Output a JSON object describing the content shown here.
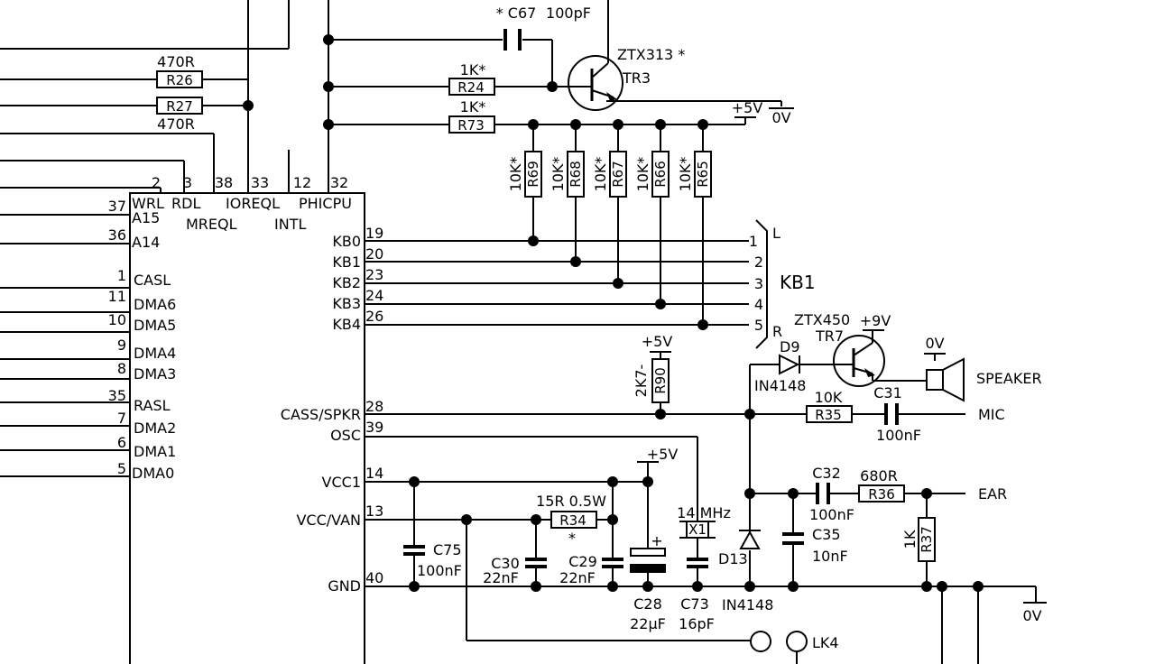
{
  "ic": {
    "top_pins": [
      {
        "num": "2",
        "name": "WRL"
      },
      {
        "num": "3",
        "name": "RDL"
      },
      {
        "num": "38",
        "name": "MREQL"
      },
      {
        "num": "33",
        "name": "IOREQL"
      },
      {
        "num": "12",
        "name": "INTL"
      },
      {
        "num": "32",
        "name": "PHICPU"
      }
    ],
    "left_pins": [
      {
        "num": "37",
        "name": "A15"
      },
      {
        "num": "36",
        "name": "A14"
      },
      {
        "num": "1",
        "name": "CASL"
      },
      {
        "num": "11",
        "name": "DMA6"
      },
      {
        "num": "10",
        "name": "DMA5"
      },
      {
        "num": "9",
        "name": "DMA4"
      },
      {
        "num": "8",
        "name": "DMA3"
      },
      {
        "num": "35",
        "name": "RASL"
      },
      {
        "num": "7",
        "name": "DMA2"
      },
      {
        "num": "6",
        "name": "DMA1"
      },
      {
        "num": "5",
        "name": "DMA0"
      }
    ],
    "right_pins": [
      {
        "num": "19",
        "name": "KB0"
      },
      {
        "num": "20",
        "name": "KB1"
      },
      {
        "num": "23",
        "name": "KB2"
      },
      {
        "num": "24",
        "name": "KB3"
      },
      {
        "num": "26",
        "name": "KB4"
      },
      {
        "num": "28",
        "name": "CASS/SPKR"
      },
      {
        "num": "39",
        "name": "OSC"
      },
      {
        "num": "14",
        "name": "VCC1"
      },
      {
        "num": "13",
        "name": "VCC/VAN"
      },
      {
        "num": "40",
        "name": "GND"
      }
    ]
  },
  "components": {
    "c67": {
      "ref": "* C67",
      "value": "100pF"
    },
    "tr3": {
      "type": "ZTX313 *",
      "ref": "TR3"
    },
    "r26": {
      "ref": "R26",
      "value": "470R"
    },
    "r27": {
      "ref": "R27",
      "value": "470R"
    },
    "r24": {
      "ref": "R24",
      "value": "1K*"
    },
    "r73": {
      "ref": "R73",
      "value": "1K*"
    },
    "pullups": [
      {
        "ref": "R69",
        "value": "10K*"
      },
      {
        "ref": "R68",
        "value": "10K*"
      },
      {
        "ref": "R67",
        "value": "10K*"
      },
      {
        "ref": "R66",
        "value": "10K*"
      },
      {
        "ref": "R65",
        "value": "10K*"
      }
    ],
    "kb1": {
      "ref": "KB1",
      "pins": [
        "1",
        "2",
        "3",
        "4",
        "5"
      ],
      "top_label": "L",
      "bottom_label": "R"
    },
    "r90": {
      "ref": "R90",
      "value": "2K7-"
    },
    "d9": {
      "ref": "D9",
      "type": "IN4148"
    },
    "tr7": {
      "type": "ZTX450",
      "ref": "TR7"
    },
    "speaker": {
      "label": "SPEAKER"
    },
    "r35": {
      "ref": "R35",
      "value": "10K"
    },
    "c31": {
      "ref": "C31",
      "value": "100nF"
    },
    "mic": {
      "label": "MIC"
    },
    "c32": {
      "ref": "C32",
      "value": "100nF"
    },
    "r36": {
      "ref": "R36",
      "value": "680R"
    },
    "ear": {
      "label": "EAR"
    },
    "r37": {
      "ref": "R37",
      "value": "1K"
    },
    "c35": {
      "ref": "C35",
      "value": "10nF"
    },
    "d13": {
      "ref": "D13",
      "type": "IN4148"
    },
    "x1": {
      "ref": "X1",
      "value": "14 MHz"
    },
    "r34": {
      "ref": "R34",
      "value": "15R 0.5W",
      "mark": "*"
    },
    "c75": {
      "ref": "C75",
      "value": "100nF"
    },
    "c30": {
      "ref": "C30",
      "value": "22nF"
    },
    "c29": {
      "ref": "C29",
      "value": "22nF"
    },
    "c28": {
      "ref": "C28",
      "value": "22µF",
      "polarity": "+"
    },
    "c73": {
      "ref": "C73",
      "value": "16pF"
    },
    "lk4": {
      "ref": "LK4"
    }
  },
  "supplies": {
    "p5v": "+5V",
    "p9v": "+9V",
    "gnd": "0V"
  }
}
